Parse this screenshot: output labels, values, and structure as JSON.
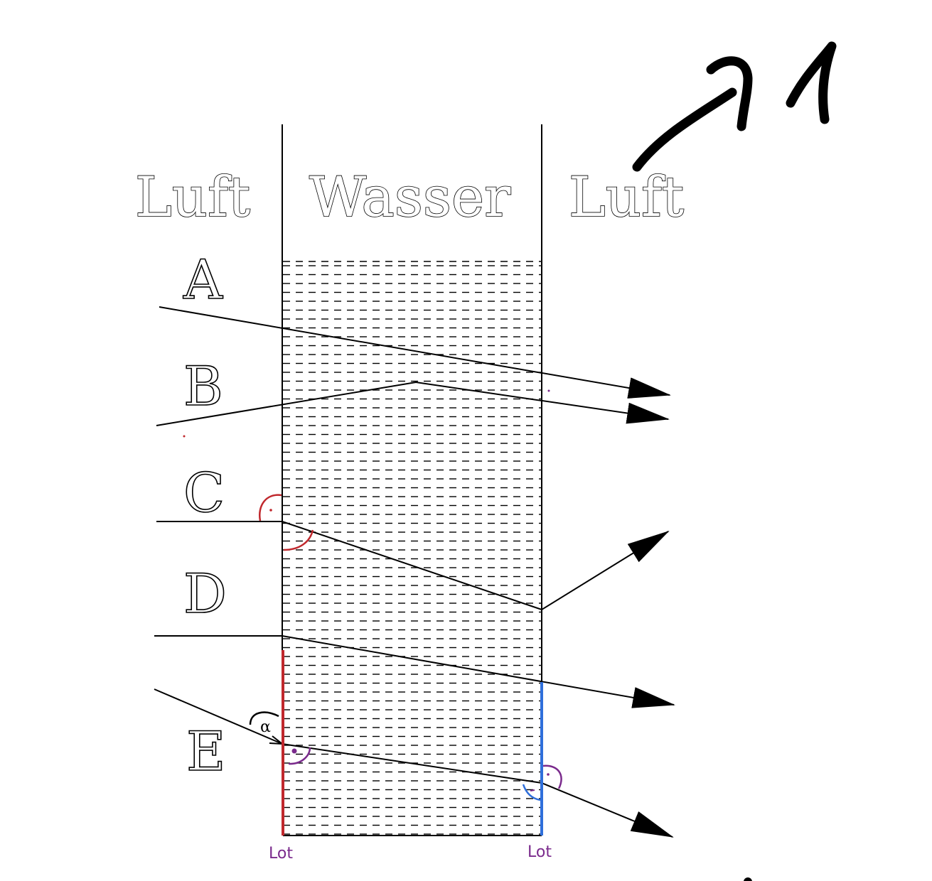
{
  "annotation": {
    "text": "711"
  },
  "media": {
    "left": "Luft",
    "middle": "Wasser",
    "right": "Luft"
  },
  "rays": [
    {
      "label": "A"
    },
    {
      "label": "B"
    },
    {
      "label": "C"
    },
    {
      "label": "D"
    },
    {
      "label": "E"
    }
  ],
  "normals": {
    "left_label": "Lot",
    "right_label": "Lot"
  },
  "angle_marks": {
    "incident_angle": "α"
  },
  "colors": {
    "ink": "#000000",
    "normal_left": "#c0282d",
    "normal_right": "#2f6fdb",
    "angle_purple": "#7a2a8c",
    "angle_red": "#c0282d"
  }
}
